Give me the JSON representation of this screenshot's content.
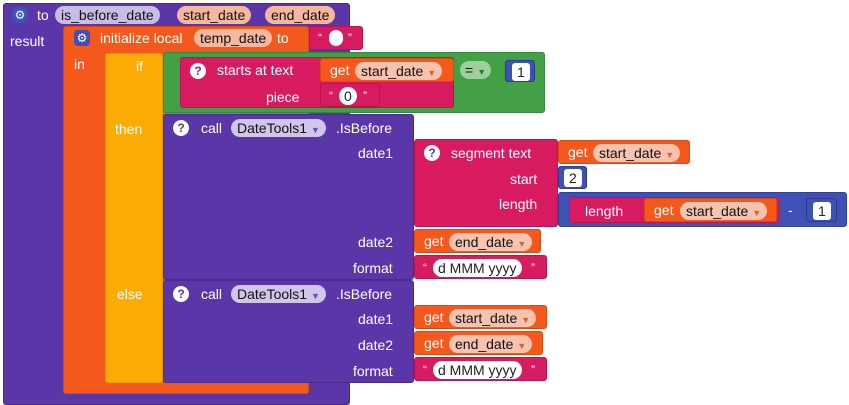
{
  "proc": {
    "to_label": "to",
    "name": "is_before_date",
    "param1": "start_date",
    "param2": "end_date",
    "result_label": "result"
  },
  "local": {
    "label": "initialize local",
    "var": "temp_date",
    "to_label": "to",
    "value": ""
  },
  "ifelse": {
    "in_label": "in",
    "if_label": "if",
    "then_label": "then",
    "else_label": "else"
  },
  "startsat": {
    "label": "starts at  text",
    "piece_label": "piece",
    "get_label": "get",
    "var": "start_date",
    "piece_value": "0"
  },
  "compare": {
    "op": "=",
    "value": "1"
  },
  "call1": {
    "call_label": "call",
    "component": "DateTools1",
    "method": ".IsBefore",
    "date1": "date1",
    "date2": "date2",
    "format": "format",
    "date2_get": "get",
    "date2_var": "end_date",
    "format_value": "d MMM yyyy"
  },
  "segment": {
    "label": "segment  text",
    "start_label": "start",
    "length_label": "length",
    "get_label": "get",
    "var": "start_date",
    "start_value": "2"
  },
  "lengthblk": {
    "label": "length",
    "get_label": "get",
    "var": "start_date",
    "minus": "-",
    "value": "1"
  },
  "call2": {
    "call_label": "call",
    "component": "DateTools1",
    "method": ".IsBefore",
    "date1": "date1",
    "date2": "date2",
    "format": "format",
    "get_label": "get",
    "date1_var": "start_date",
    "date2_var": "end_date",
    "format_value": "d MMM yyyy"
  }
}
